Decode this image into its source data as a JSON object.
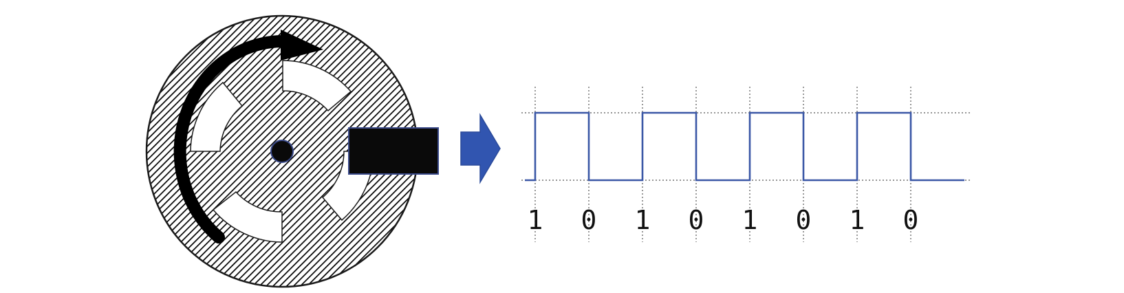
{
  "bits": [
    "1",
    "0",
    "1",
    "0",
    "1",
    "0",
    "1",
    "0"
  ],
  "colors": {
    "signal": "#3a57a6",
    "arrow": "#3155b0",
    "disk_outline": "#1a1a1a",
    "hatch": "#000000",
    "sensor": "#0a0a0a",
    "rotation_arrow": "#000000",
    "gridline": "#555555"
  },
  "icons": {
    "disk": "encoder-disk-icon",
    "rotation": "rotation-arrow-icon",
    "sensor": "optical-sensor-icon",
    "output": "right-arrow-icon"
  }
}
